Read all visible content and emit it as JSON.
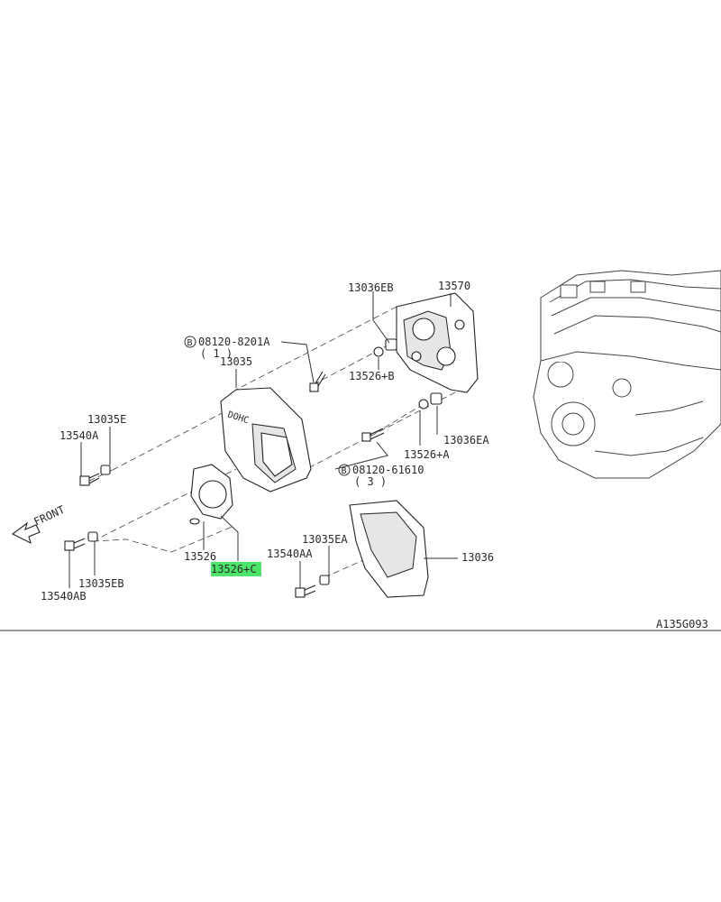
{
  "labels": {
    "p13036EB": "13036EB",
    "p13570": "13570",
    "bolt1_code": "08120-8201A",
    "bolt1_qty": "( 1 )",
    "bolt1_marker": "B",
    "p13035": "13035",
    "p13526B": "13526+B",
    "p13035E": "13035E",
    "p13540A": "13540A",
    "p13036EA": "13036EA",
    "p13526A": "13526+A",
    "bolt2_code": "08120-61610",
    "bolt2_qty": "( 3 )",
    "bolt2_marker": "B",
    "front": "FRONT",
    "p13526": "13526",
    "p13526C": "13526+C",
    "p13035EA": "13035EA",
    "p13540AA": "13540AA",
    "p13036": "13036",
    "p13035EB": "13035EB",
    "p13540AB": "13540AB",
    "diagram_code": "A135G093",
    "cover_logo": "DOHC"
  },
  "colors": {
    "highlight": "#4ce46a",
    "line": "#333333"
  }
}
